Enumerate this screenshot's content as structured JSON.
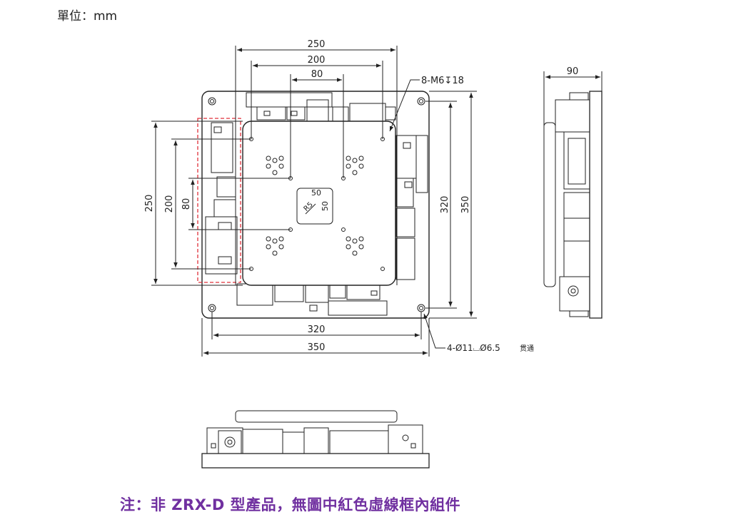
{
  "unit_label": "單位：mm",
  "note": "注：非 ZRX-D 型產品，無圖中紅色虛線框內組件",
  "dimensions": {
    "top_250": "250",
    "top_200": "200",
    "top_80": "80",
    "left_250": "250",
    "left_200": "200",
    "left_80": "80",
    "right_320": "320",
    "right_350": "350",
    "bottom_320": "320",
    "bottom_350": "350",
    "side_90": "90",
    "pocket_50_h": "50",
    "pocket_50_v": "50",
    "pocket_r5": "R5"
  },
  "callouts": {
    "tapped_holes": "8-M6↧18",
    "mount_holes": "4-Ø11⌴Ø6.5",
    "mount_holes_suffix": "贯通"
  },
  "colors": {
    "line": "#222222",
    "dashed_frame": "#e0303a",
    "note": "#7030a0"
  }
}
